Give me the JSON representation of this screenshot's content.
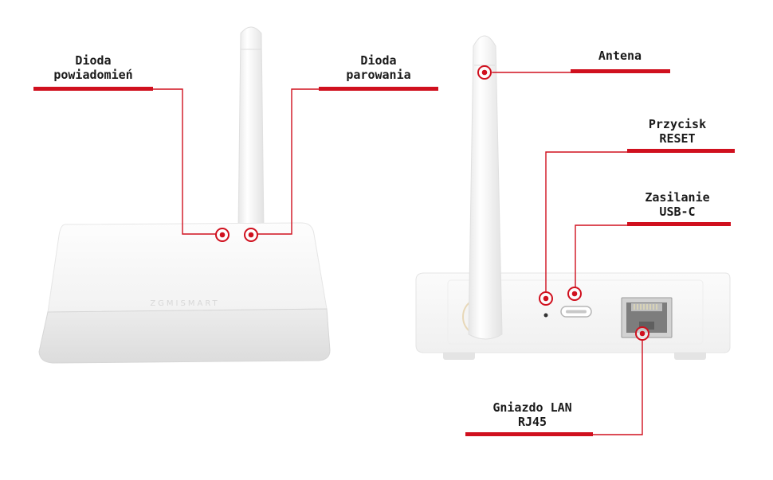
{
  "device": {
    "brand_text": "ZGMISMART"
  },
  "labels": {
    "notification_led": {
      "line1": "Dioda",
      "line2": "powiadomień"
    },
    "pairing_led": {
      "line1": "Dioda",
      "line2": "parowania"
    },
    "antenna": {
      "line1": "Antena"
    },
    "reset_button": {
      "line1": "Przycisk",
      "line2": "RESET"
    },
    "power": {
      "line1": "Zasilanie",
      "line2": "USB-C"
    },
    "lan_port": {
      "line1": "Gniazdo LAN",
      "line2": "RJ45"
    }
  },
  "colors": {
    "accent": "#d0101e",
    "device_body": "#f7f7f7",
    "text": "#1a1a1a"
  }
}
